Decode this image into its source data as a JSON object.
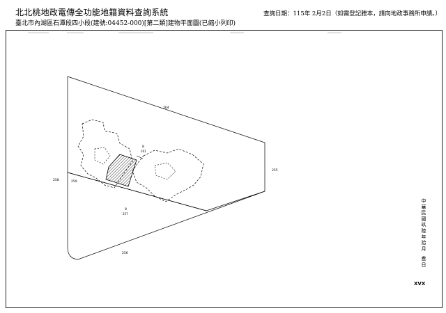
{
  "header": {
    "title": "北北桃地政電傳全功能地籍資料查詢系統",
    "query_date": "查詢日期：115年 2月2日（如需登記謄本，請向地政事務所申請。）",
    "subtitle": "臺北市內湖區石潭段四小段(建號:04452-000)[第二類]建物平面圖(已縮小列印)"
  },
  "plan": {
    "parcel_labels": [
      "264",
      "255",
      "258",
      "256",
      "259"
    ],
    "building_label": "8",
    "building_number": "261",
    "lower_label": "8",
    "lower_number": "257"
  },
  "side_text": {
    "issued": "中華民國玖陸年拾月",
    "day": "叁日",
    "mark": "XVX"
  }
}
